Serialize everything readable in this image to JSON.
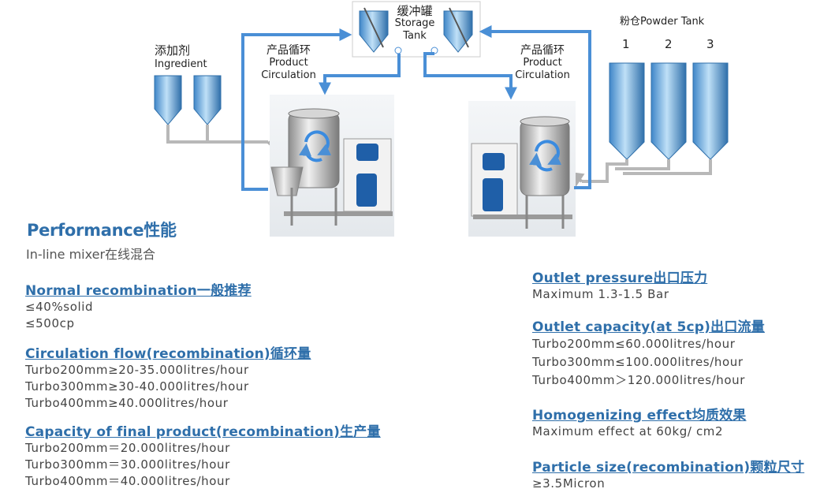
{
  "diagram": {
    "storage_tank": {
      "zh": "缓冲罐",
      "en1": "Storage",
      "en2": "Tank"
    },
    "ingredient": {
      "zh": "添加剂",
      "en": "Ingredient"
    },
    "circulation_left": {
      "zh": "产品循环",
      "en1": "Product",
      "en2": "Circulation"
    },
    "circulation_right": {
      "zh": "产品循环",
      "en1": "Product",
      "en2": "Circulation"
    },
    "powder_tank": {
      "label": "粉仓Powder Tank",
      "numbers": [
        "1",
        "2",
        "3"
      ]
    },
    "colors": {
      "flow_arrow": "#4a8fd6",
      "pipe": "#b8b8b8",
      "silo": "#5aa0d8"
    }
  },
  "performance": {
    "title": "Performance性能",
    "subtitle": "In-line mixer在线混合"
  },
  "left_sections": [
    {
      "title": "Normal recombination一般推荐",
      "lines": [
        "≤40%solid",
        "≤500cp"
      ]
    },
    {
      "title": "Circulation flow(recombination)循环量",
      "lines": [
        "Turbo200mm≥20-35.000litres/hour",
        "Turbo300mm≥30-40.000litres/hour",
        "Turbo400mm≥40.000litres/hour"
      ]
    },
    {
      "title": "Capacity of final product(recombination)生产量",
      "lines": [
        "Turbo200mm＝20.000litres/hour",
        "Turbo300mm＝30.000litres/hour",
        "Turbo400mm＝40.000litres/hour"
      ]
    }
  ],
  "right_sections": [
    {
      "title": "Outlet pressure出口压力",
      "lines": [
        "Maximum 1.3-1.5 Bar"
      ]
    },
    {
      "title": "Outlet capacity(at 5cp)出口流量",
      "lines": [
        "Turbo200mm≤60.000litres/hour",
        "Turbo300mm≤100.000litres/hour",
        "Turbo400mm＞120.000litres/hour"
      ]
    },
    {
      "title": "Homogenizing effect均质效果",
      "lines": [
        "Maximum effect at 60kg/ cm2"
      ]
    },
    {
      "title": "Particle size(recombination)颗粒尺寸",
      "lines": [
        "≥3.5Micron"
      ]
    }
  ]
}
